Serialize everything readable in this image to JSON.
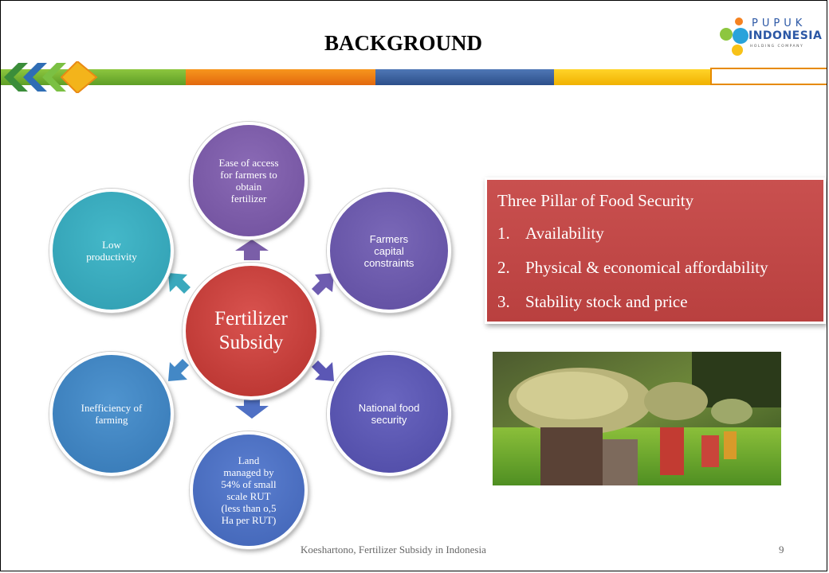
{
  "title": "BACKGROUND",
  "logo": {
    "word1": "PUPUK",
    "word2": "INDONESIA",
    "word3": "HOLDING COMPANY"
  },
  "center": {
    "line1": "Fertilizer",
    "line2": "Subsidy"
  },
  "circles": {
    "top": [
      "Ease of access",
      "for farmers to",
      "obtain",
      "fertilizer"
    ],
    "top_right": [
      "Farmers",
      "capital",
      "constraints"
    ],
    "top_left": [
      "Low",
      "productivity"
    ],
    "bottom_right": [
      "National food",
      "security"
    ],
    "bottom_left": [
      "Inefficiency of",
      "farming"
    ],
    "bottom": [
      "Land",
      "managed by",
      "54% of small",
      "scale RUT",
      "(less than o,5",
      "Ha per RUT)"
    ]
  },
  "pillars": {
    "title": "Three Pillar of Food Security",
    "items": [
      {
        "num": "1.",
        "text": "Availability"
      },
      {
        "num": "2.",
        "text": "Physical & economical affordability"
      },
      {
        "num": "3.",
        "text": "Stability stock and price"
      }
    ]
  },
  "footer": "Koeshartono, Fertilizer Subsidy in Indonesia",
  "page_number": "9",
  "colors": {
    "center": "#c43e3a",
    "pillar_box": "#c24847",
    "band_green": "#7ab534",
    "band_orange": "#ef7d17",
    "band_blue": "#3b63a0",
    "band_yellow": "#f8c50f"
  }
}
